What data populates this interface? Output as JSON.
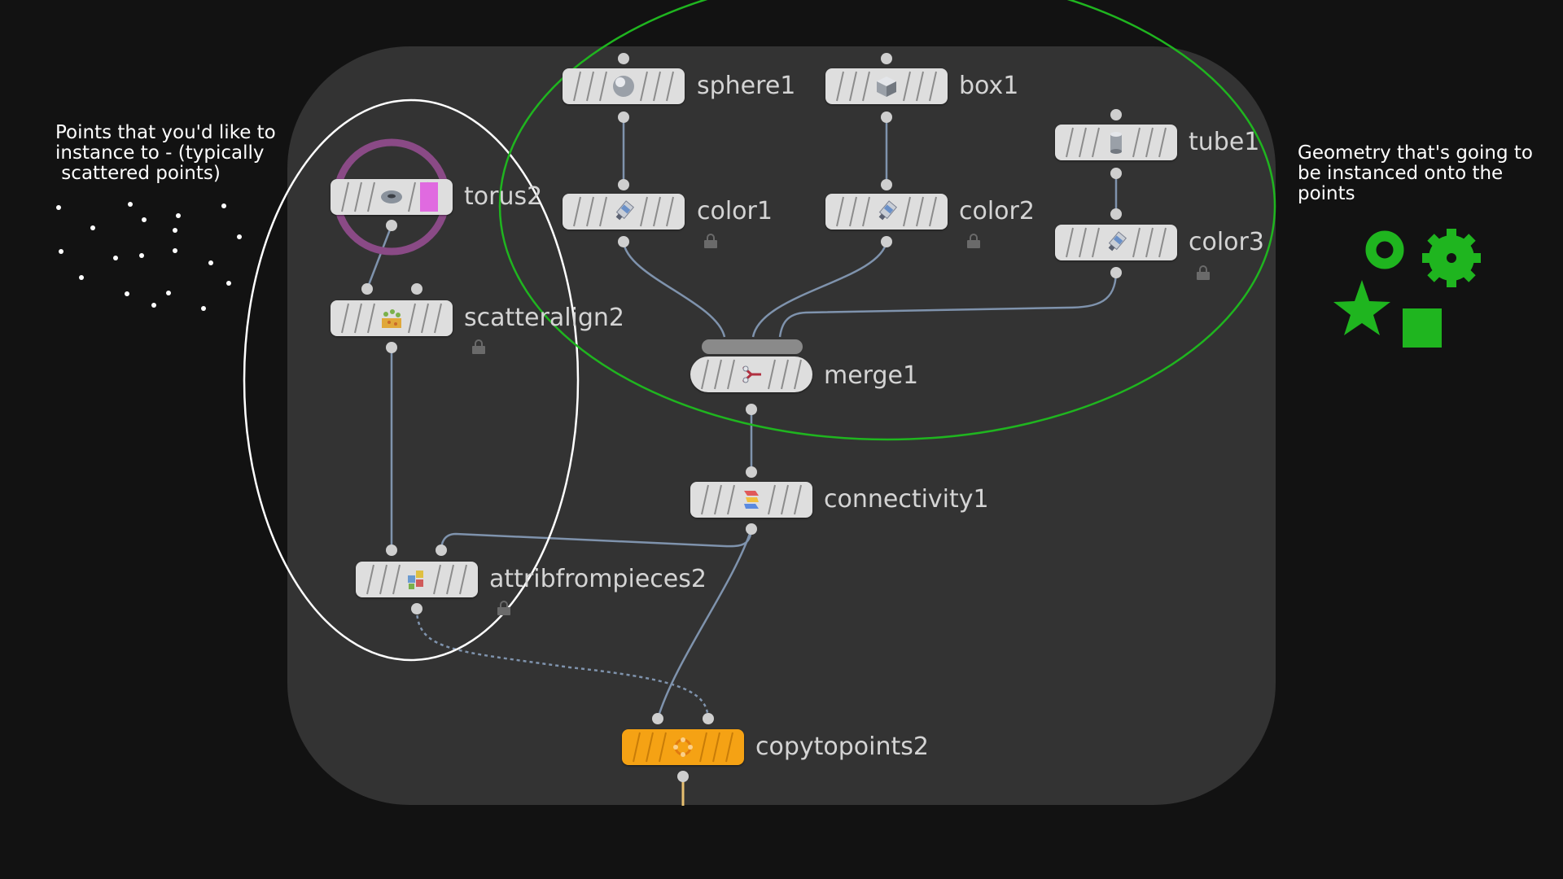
{
  "annotations": {
    "left": "Points that you'd like to\ninstance to - (typically\n scattered points)",
    "right": "Geometry that's going to\nbe instanced onto the\npoints"
  },
  "nodes": {
    "sphere1": "sphere1",
    "box1": "box1",
    "tube1": "tube1",
    "color1": "color1",
    "color2": "color2",
    "color3": "color3",
    "torus2": "torus2",
    "scatteralign2": "scatteralign2",
    "merge1": "merge1",
    "connectivity1": "connectivity1",
    "attribfrompieces2": "attribfrompieces2",
    "copytopoints2": "copytopoints2"
  },
  "colors": {
    "background": "#121212",
    "panel": "#333333",
    "node": "#dedede",
    "output_node": "#f5a214",
    "wire": "#7f93ad",
    "geometry_highlight": "#1fb51f",
    "points_highlight": "#ffffff",
    "selection_ring": "#8a4a86"
  },
  "icons": {
    "sphere1": "sphere-icon",
    "box1": "box-icon",
    "tube1": "tube-icon",
    "color": "paint-tube-icon",
    "torus2": "torus-icon",
    "scatteralign2": "scatter-icon",
    "merge1": "merge-icon",
    "connectivity1": "connectivity-icon",
    "attribfrompieces2": "attrib-pieces-icon",
    "copytopoints2": "copy-points-icon",
    "shapes": [
      "ring-icon",
      "gear-icon",
      "star-icon",
      "square-icon"
    ]
  }
}
